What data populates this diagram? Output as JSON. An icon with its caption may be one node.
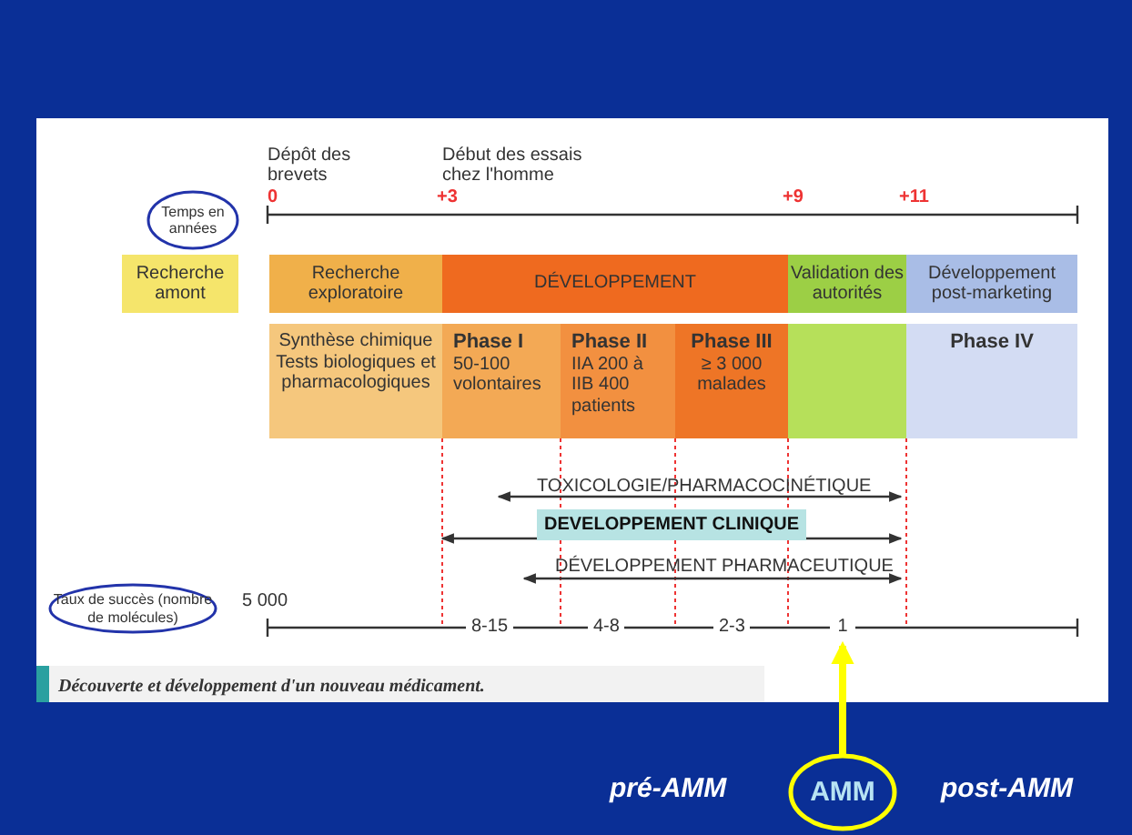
{
  "diagram": {
    "caption": "Découverte et développement d'un nouveau médicament.",
    "nodes": [
      {
        "text": [
          "Temps en années"
        ]
      },
      {
        "text": [
          "Recherche amont"
        ]
      },
      {
        "text": [
          "Recherche exploratoire"
        ]
      },
      {
        "text": [
          "DÉVELOPPEMENT"
        ]
      },
      {
        "text": [
          "Validation des autorités"
        ]
      },
      {
        "text": [
          "Développement post-marketing"
        ]
      },
      {
        "text": [
          "Synthèse chimique Tests biologiques et pharmacologiques"
        ]
      },
      {
        "text": [
          "Phase I",
          "50-100 volontaires"
        ]
      },
      {
        "text": [
          "Phase II",
          "IIA 200 à IIB 400 patients"
        ]
      },
      {
        "text": [
          "Phase III",
          "≥ 3 000 malades"
        ]
      },
      {
        "text": [],
        "shape": "box"
      },
      {
        "text": [
          "Phase IV"
        ]
      },
      {
        "text": [
          "DEVELOPPEMENT CLINIQUE"
        ]
      },
      {
        "text": [
          "Taux de succès (nombre de molécules)"
        ]
      },
      {
        "text": [
          "AMM"
        ]
      },
      {
        "text": [
          "1"
        ]
      }
    ],
    "edges": [
      {
        "from": 14,
        "to": 15,
        "arrow": "to",
        "color": "#ffff00"
      }
    ],
    "labels": [
      "Dépôt des brevets",
      "Début des essais chez l'homme",
      "0",
      "+3",
      "+9",
      "+11",
      "TOXICOLOGIE/PHARMACOCINÉTIQUE",
      "DÉVELOPPEMENT PHARMACEUTIQUE",
      "5 000",
      "8-15",
      "4-8",
      "2-3",
      "pré-AMM",
      "post-AMM"
    ]
  }
}
